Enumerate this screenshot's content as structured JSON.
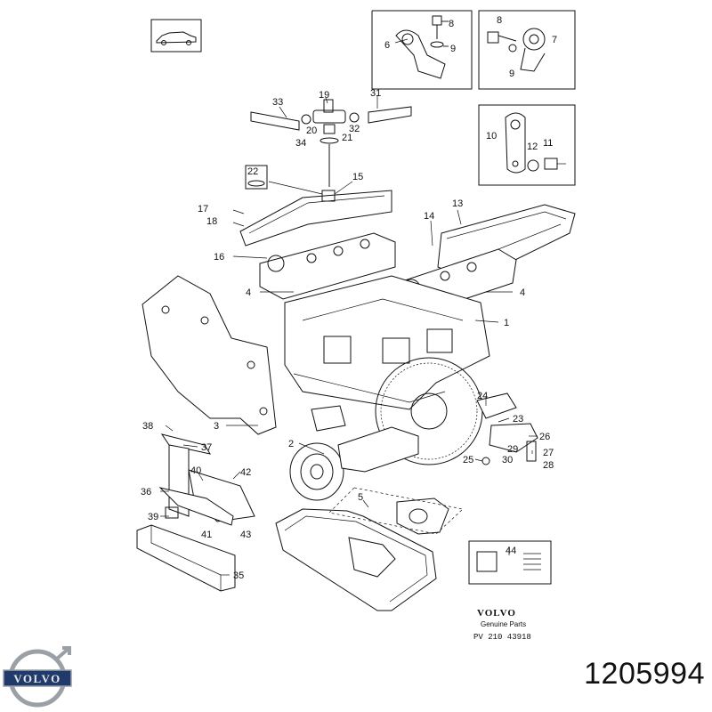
{
  "callouts": [
    {
      "id": "c8a",
      "label": "8"
    },
    {
      "id": "c6",
      "label": "6"
    },
    {
      "id": "c9a",
      "label": "9"
    },
    {
      "id": "c8b",
      "label": "8"
    },
    {
      "id": "c7",
      "label": "7"
    },
    {
      "id": "c9b",
      "label": "9"
    },
    {
      "id": "c10",
      "label": "10"
    },
    {
      "id": "c12",
      "label": "12"
    },
    {
      "id": "c11",
      "label": "11"
    },
    {
      "id": "c33",
      "label": "33"
    },
    {
      "id": "c19",
      "label": "19"
    },
    {
      "id": "c31",
      "label": "31"
    },
    {
      "id": "c20",
      "label": "20"
    },
    {
      "id": "c21",
      "label": "21"
    },
    {
      "id": "c32",
      "label": "32"
    },
    {
      "id": "c34",
      "label": "34"
    },
    {
      "id": "c22",
      "label": "22"
    },
    {
      "id": "c15",
      "label": "15"
    },
    {
      "id": "c17",
      "label": "17"
    },
    {
      "id": "c18",
      "label": "18"
    },
    {
      "id": "c14",
      "label": "14"
    },
    {
      "id": "c13",
      "label": "13"
    },
    {
      "id": "c16",
      "label": "16"
    },
    {
      "id": "c4a",
      "label": "4"
    },
    {
      "id": "c4b",
      "label": "4"
    },
    {
      "id": "c1",
      "label": "1"
    },
    {
      "id": "c3",
      "label": "3"
    },
    {
      "id": "c38",
      "label": "38"
    },
    {
      "id": "c37",
      "label": "37"
    },
    {
      "id": "c2",
      "label": "2"
    },
    {
      "id": "c24",
      "label": "24"
    },
    {
      "id": "c23",
      "label": "23"
    },
    {
      "id": "c26",
      "label": "26"
    },
    {
      "id": "c25",
      "label": "25"
    },
    {
      "id": "c29",
      "label": "29"
    },
    {
      "id": "c30",
      "label": "30"
    },
    {
      "id": "c27",
      "label": "27"
    },
    {
      "id": "c28",
      "label": "28"
    },
    {
      "id": "c40",
      "label": "40"
    },
    {
      "id": "c42",
      "label": "42"
    },
    {
      "id": "c36",
      "label": "36"
    },
    {
      "id": "c5",
      "label": "5"
    },
    {
      "id": "c39",
      "label": "39"
    },
    {
      "id": "c41",
      "label": "41"
    },
    {
      "id": "c43",
      "label": "43"
    },
    {
      "id": "c44",
      "label": "44"
    },
    {
      "id": "c35",
      "label": "35"
    }
  ],
  "footer": {
    "brand_small": "VOLVO",
    "genuine_parts": "Genuine Parts",
    "pv_code": "PV 210 43918"
  },
  "logo": {
    "text": "VOLVO"
  },
  "part_number": "1205994"
}
